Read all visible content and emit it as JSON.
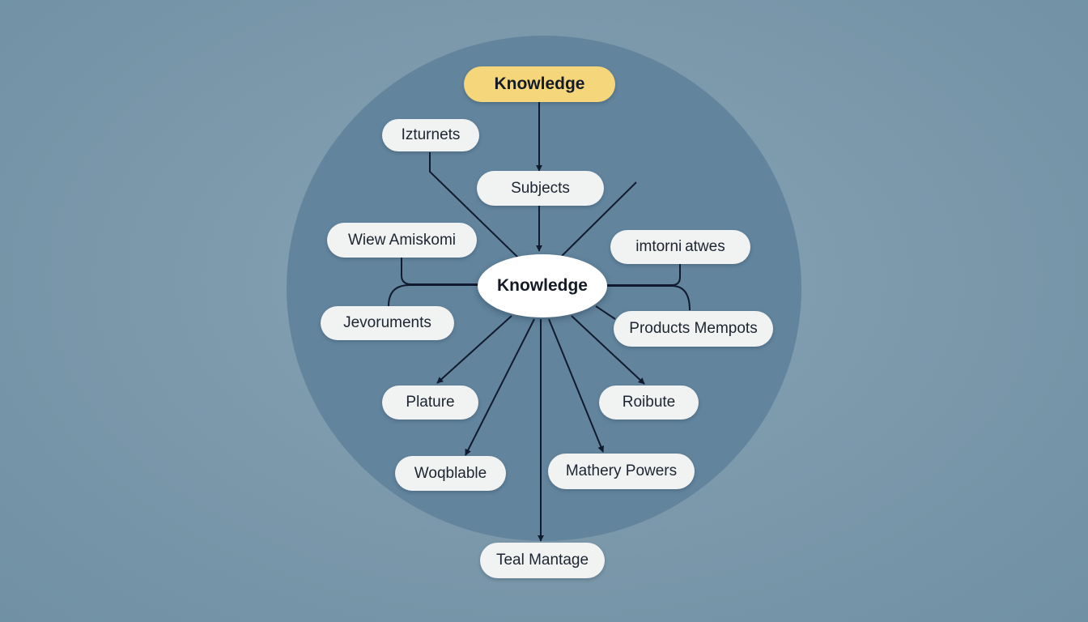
{
  "diagram": {
    "colors": {
      "background": "#7a97aa",
      "circle": "#62849d",
      "node_fill": "#f1f2f2",
      "top_node_fill": "#f5d67a",
      "center_node_fill": "#ffffff",
      "edge": "#111a2e"
    },
    "top_node": "Knowledge",
    "center_node": "Knowledge",
    "nodes": {
      "latumets": "Izturnets",
      "subjects": "Subjects",
      "wiew": "Wiew Amiskomi",
      "imtorni": "imtorni atwes",
      "jevoruments": "Jevoruments",
      "products": "Products Mempots",
      "plature": "Plature",
      "roibute": "Roibute",
      "woqblable": "Woqblable",
      "mathery": "Mathery Powers",
      "teal": "Teal Mantage"
    }
  }
}
